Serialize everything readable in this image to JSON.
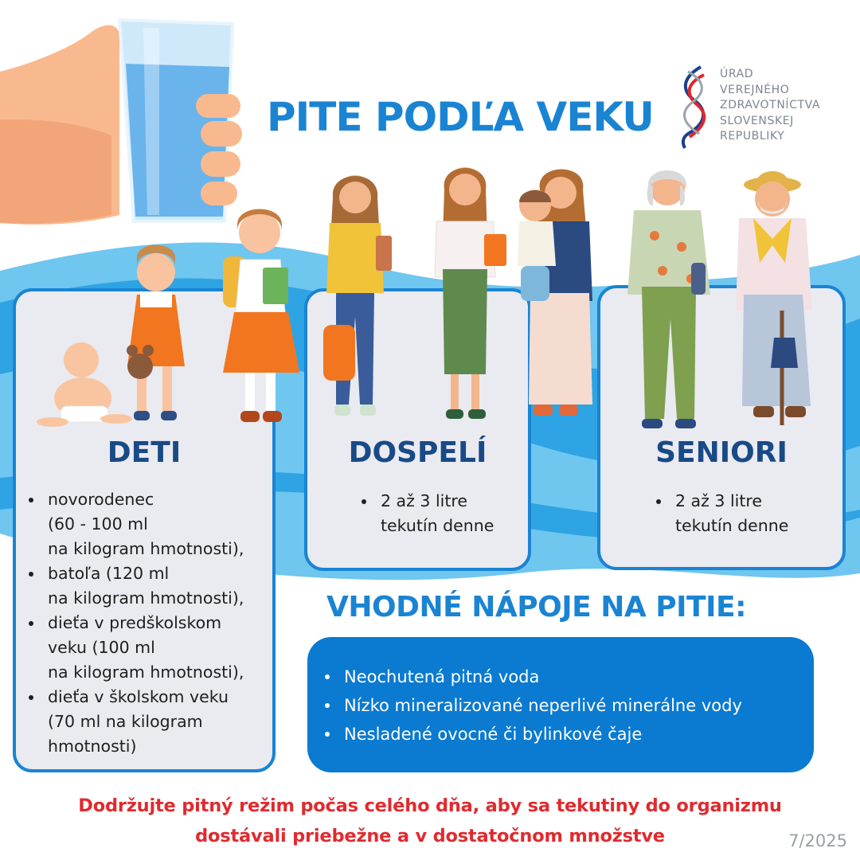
{
  "header": {
    "title": "PITE PODĽA VEKU"
  },
  "logo": {
    "icon": "helix-logo-icon",
    "lines": [
      "ÚRAD",
      "VEREJNÉHO",
      "ZDRAVOTNÍCTVA",
      "SLOVENSKEJ",
      "REPUBLIKY"
    ]
  },
  "colors": {
    "primary_blue": "#1a84d3",
    "heading_navy": "#184a86",
    "box_blue": "#0b7ad1",
    "card_bg": "#eaeaf1",
    "footer_red": "#e02a2f"
  },
  "groups": [
    {
      "heading": "DETI",
      "items": [
        [
          "novorodenec",
          "(60 - 100 ml",
          "na kilogram hmotnosti),"
        ],
        [
          "batoľa (120 ml",
          "na kilogram hmotnosti),"
        ],
        [
          "dieťa v predškolskom",
          "veku (100 ml",
          "na kilogram hmotnosti),"
        ],
        [
          "dieťa v školskom veku",
          "(70 ml na kilogram",
          "hmotnosti)"
        ]
      ]
    },
    {
      "heading": "DOSPELÍ",
      "items": [
        [
          "2 až 3 litre",
          "tekutín denne"
        ]
      ]
    },
    {
      "heading": "SENIORI",
      "items": [
        [
          "2 až 3 litre",
          "tekutín denne"
        ]
      ]
    }
  ],
  "drinks": {
    "heading": "VHODNÉ NÁPOJE NA PITIE:",
    "items": [
      "Neochutená pitná voda",
      "Nízko mineralizované neperlivé minerálne vody",
      "Nesladené ovocné či bylinkové čaje"
    ]
  },
  "footer": {
    "lines": [
      "Dodržujte pitný režim počas celého dňa, aby sa tekutiny do organizmu",
      "dostávali priebežne a v dostatočnom množstve"
    ],
    "date": "7/2025"
  }
}
